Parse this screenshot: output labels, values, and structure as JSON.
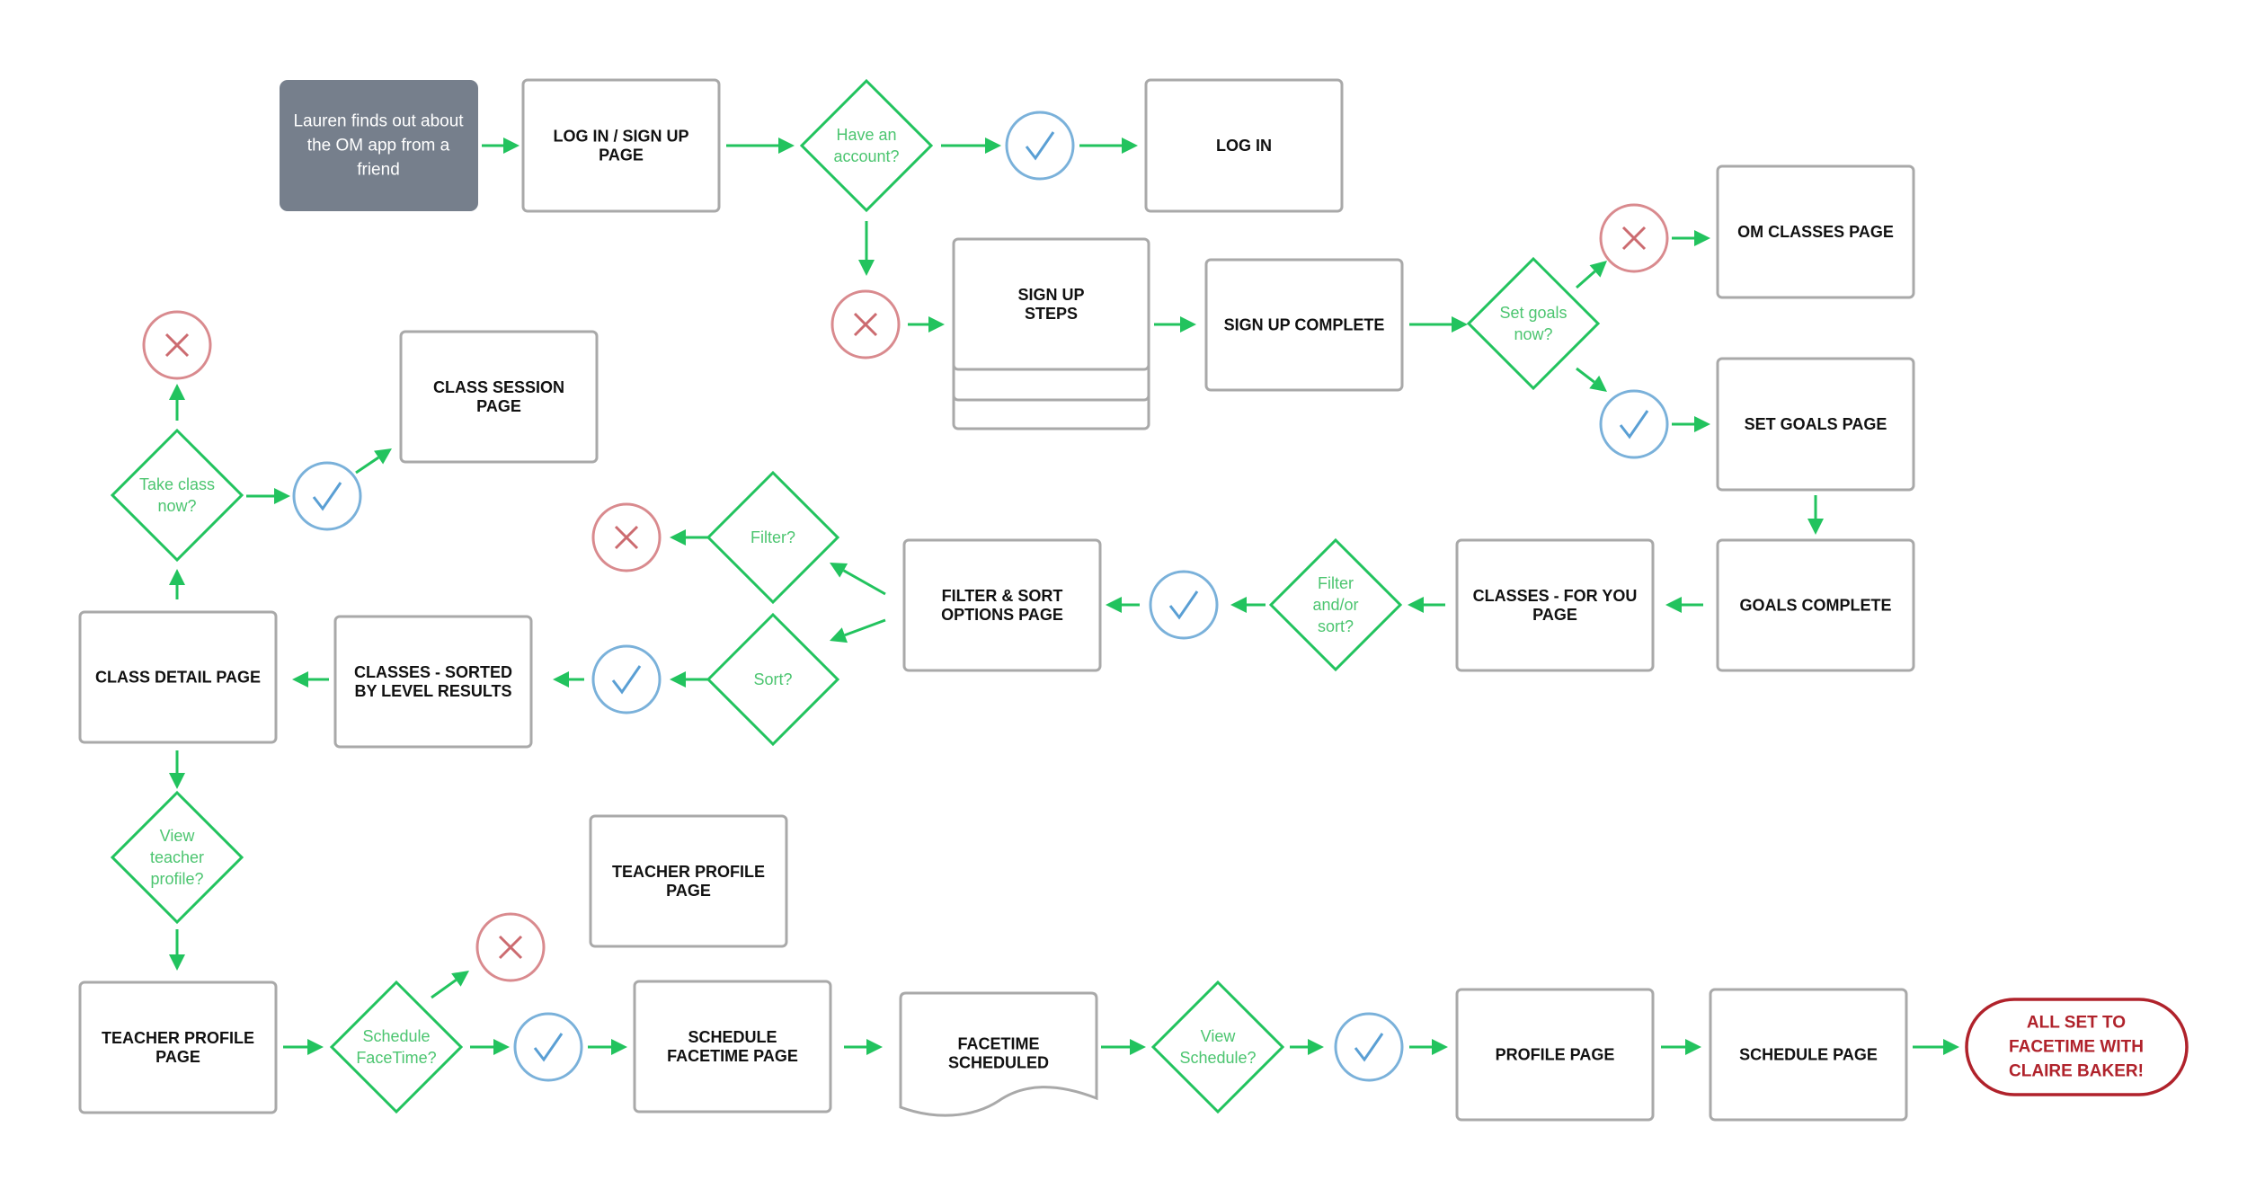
{
  "flowchart": {
    "start": {
      "label": [
        "Lauren finds out about",
        "the OM app from a",
        "friend"
      ]
    },
    "boxes": {
      "login_signup_page": [
        "LOG IN / SIGN UP",
        "PAGE"
      ],
      "log_in": [
        "LOG IN"
      ],
      "sign_up_steps": [
        "SIGN UP",
        "STEPS"
      ],
      "sign_up_complete": [
        "SIGN UP COMPLETE"
      ],
      "om_classes_page": [
        "OM CLASSES PAGE"
      ],
      "set_goals_page": [
        "SET GOALS PAGE"
      ],
      "goals_complete": [
        "GOALS COMPLETE"
      ],
      "classes_for_you": [
        "CLASSES - FOR YOU",
        "PAGE"
      ],
      "filter_sort_options": [
        "FILTER & SORT",
        "OPTIONS PAGE"
      ],
      "classes_sorted": [
        "CLASSES - SORTED",
        "BY LEVEL RESULTS"
      ],
      "class_detail": [
        "CLASS DETAIL PAGE"
      ],
      "class_session": [
        "CLASS SESSION",
        "PAGE"
      ],
      "teacher_profile_top": [
        "TEACHER PROFILE",
        "PAGE"
      ],
      "teacher_profile_bottom": [
        "TEACHER PROFILE",
        "PAGE"
      ],
      "schedule_facetime": [
        "SCHEDULE",
        "FACETIME PAGE"
      ],
      "facetime_scheduled": [
        "FACETIME",
        "SCHEDULED"
      ],
      "profile_page": [
        "PROFILE PAGE"
      ],
      "schedule_page": [
        "SCHEDULE PAGE"
      ]
    },
    "decisions": {
      "have_account": [
        "Have an",
        "account?"
      ],
      "set_goals_now": [
        "Set goals",
        "now?"
      ],
      "filter_and_or_sort": [
        "Filter",
        "and/or",
        "sort?"
      ],
      "filter": [
        "Filter?"
      ],
      "sort": [
        "Sort?"
      ],
      "take_class_now": [
        "Take class",
        "now?"
      ],
      "view_teacher_profile": [
        "View",
        "teacher",
        "profile?"
      ],
      "schedule_facetime": [
        "Schedule",
        "FaceTime?"
      ],
      "view_schedule": [
        "View",
        "Schedule?"
      ]
    },
    "end": {
      "label": [
        "ALL SET TO",
        "FACETIME WITH",
        "CLAIRE BAKER!"
      ]
    },
    "colors": {
      "flow_green": "#22c35e",
      "decision_text": "#4cc570",
      "yes_blue": "#5a9fd4",
      "no_red": "#cc6b70",
      "start_fill": "#767f8c",
      "end_red": "#b0222b"
    },
    "icons": {
      "yes": "check-circle-icon",
      "no": "x-circle-icon"
    }
  }
}
